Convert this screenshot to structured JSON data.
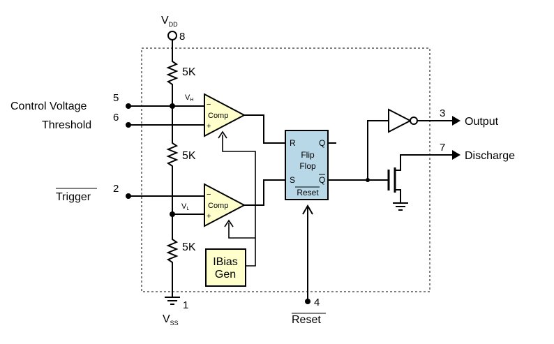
{
  "supply": {
    "vdd": {
      "base": "V",
      "sub": "DD",
      "pin": "8"
    },
    "vss": {
      "base": "V",
      "sub": "SS",
      "pin": "1"
    }
  },
  "resistors": [
    "5K",
    "5K",
    "5K"
  ],
  "pins": {
    "control_voltage": {
      "label": "Control Voltage",
      "pin": "5"
    },
    "threshold": {
      "label": "Threshold",
      "pin": "6"
    },
    "trigger": {
      "label": "Trigger",
      "pin": "2"
    },
    "reset": {
      "label": "Reset",
      "pin": "4"
    },
    "output": {
      "label": "Output",
      "pin": "3"
    },
    "discharge": {
      "label": "Discharge",
      "pin": "7"
    }
  },
  "comparators": [
    {
      "label": "Comp",
      "ref_base": "V",
      "ref_sub": "H",
      "minus": "−",
      "plus": "+"
    },
    {
      "label": "Comp",
      "ref_base": "V",
      "ref_sub": "L",
      "minus": "−",
      "plus": "+"
    }
  ],
  "flipflop": {
    "line1": "Flip",
    "line2": "Flop",
    "r": "R",
    "s": "S",
    "q": "Q",
    "qbar": "Q",
    "reset": "Reset"
  },
  "ibias": {
    "line1": "IBias",
    "line2": "Gen"
  },
  "colors": {
    "box_fill": "#ffffcc",
    "ff_fill": "#b8d8e8",
    "wire": "#000000"
  }
}
